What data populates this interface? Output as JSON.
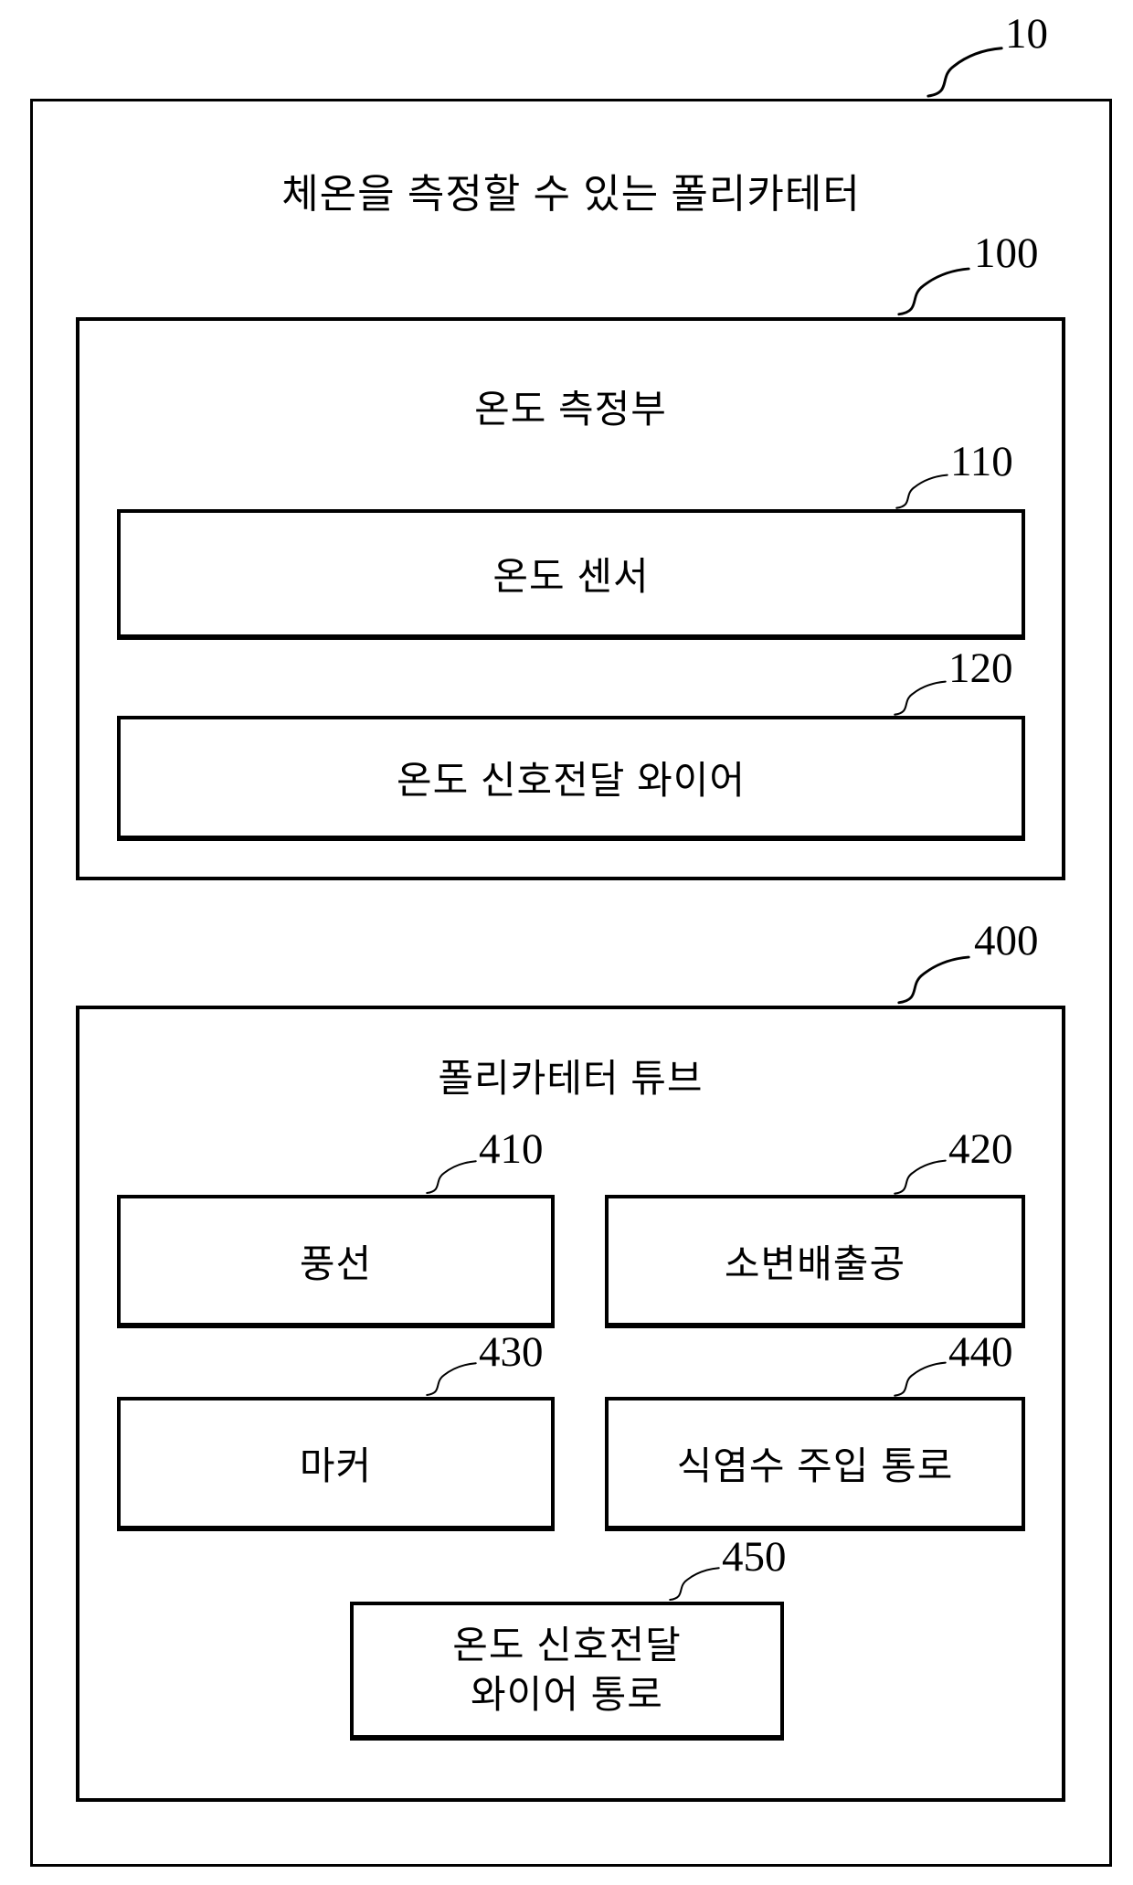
{
  "figure": {
    "ref": "10",
    "title": "체온을 측정할 수 있는 폴리카테터",
    "colors": {
      "line": "#000000",
      "background": "#ffffff"
    },
    "sections": [
      {
        "ref": "100",
        "title": "온도 측정부",
        "children": [
          {
            "ref": "110",
            "text": "온도 센서"
          },
          {
            "ref": "120",
            "text": "온도 신호전달 와이어"
          }
        ]
      },
      {
        "ref": "400",
        "title": "폴리카테터 튜브",
        "children": [
          {
            "ref": "410",
            "text": "풍선"
          },
          {
            "ref": "420",
            "text": "소변배출공"
          },
          {
            "ref": "430",
            "text": "마커"
          },
          {
            "ref": "440",
            "text": "식염수 주입 통로"
          },
          {
            "ref": "450",
            "line1": "온도 신호전달",
            "line2": "와이어 통로"
          }
        ]
      }
    ]
  }
}
